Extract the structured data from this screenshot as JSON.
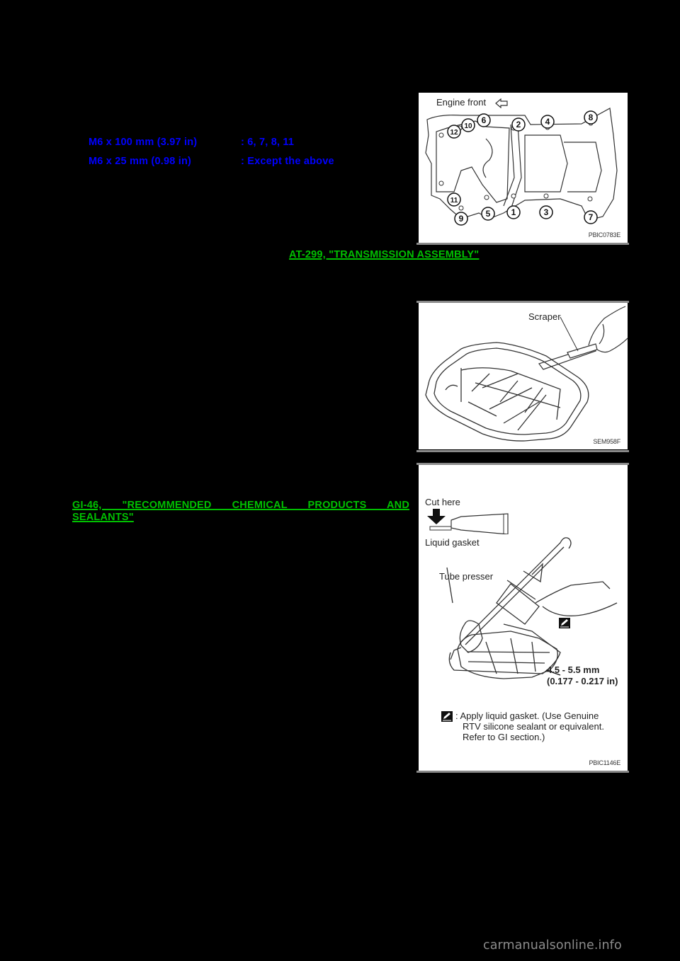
{
  "bolt_spec": {
    "rows": [
      {
        "size": "M6 x 100 mm (3.97 in)",
        "applies_to": ": 6, 7, 8, 11"
      },
      {
        "size": "M6 x 25 mm (0.98 in)",
        "applies_to": ": Except the above"
      }
    ]
  },
  "links": {
    "transmission": "AT-299, \"TRANSMISSION ASSEMBLY\"",
    "sealant_line1": "GI-46, \"RECOMMENDED CHEMICAL PRODUCTS AND",
    "sealant_line2": "SEALANTS\""
  },
  "figures": [
    {
      "code": "PBIC0783E",
      "label_engine_front": "Engine front",
      "bolt_numbers": [
        "1",
        "2",
        "3",
        "4",
        "5",
        "6",
        "7",
        "8",
        "9",
        "10",
        "11",
        "12"
      ]
    },
    {
      "code": "SEM958F",
      "label_scraper": "Scraper"
    },
    {
      "code": "PBIC1146E",
      "label_cut_here": "Cut here",
      "label_liquid_gasket": "Liquid gasket",
      "label_tube_presser": "Tube presser",
      "dimension_mm": "4.5 - 5.5 mm",
      "dimension_in": "(0.177 - 0.217 in)",
      "note_line1": ": Apply liquid gasket. (Use Genuine",
      "note_line2": "RTV silicone sealant or equivalent.",
      "note_line3": "Refer to GI section.)"
    }
  ],
  "colors": {
    "background": "#000000",
    "spec_text": "#0000ff",
    "link_text": "#00c000",
    "watermark": "#8c8c8c"
  },
  "watermark": "carmanualsonline.info"
}
